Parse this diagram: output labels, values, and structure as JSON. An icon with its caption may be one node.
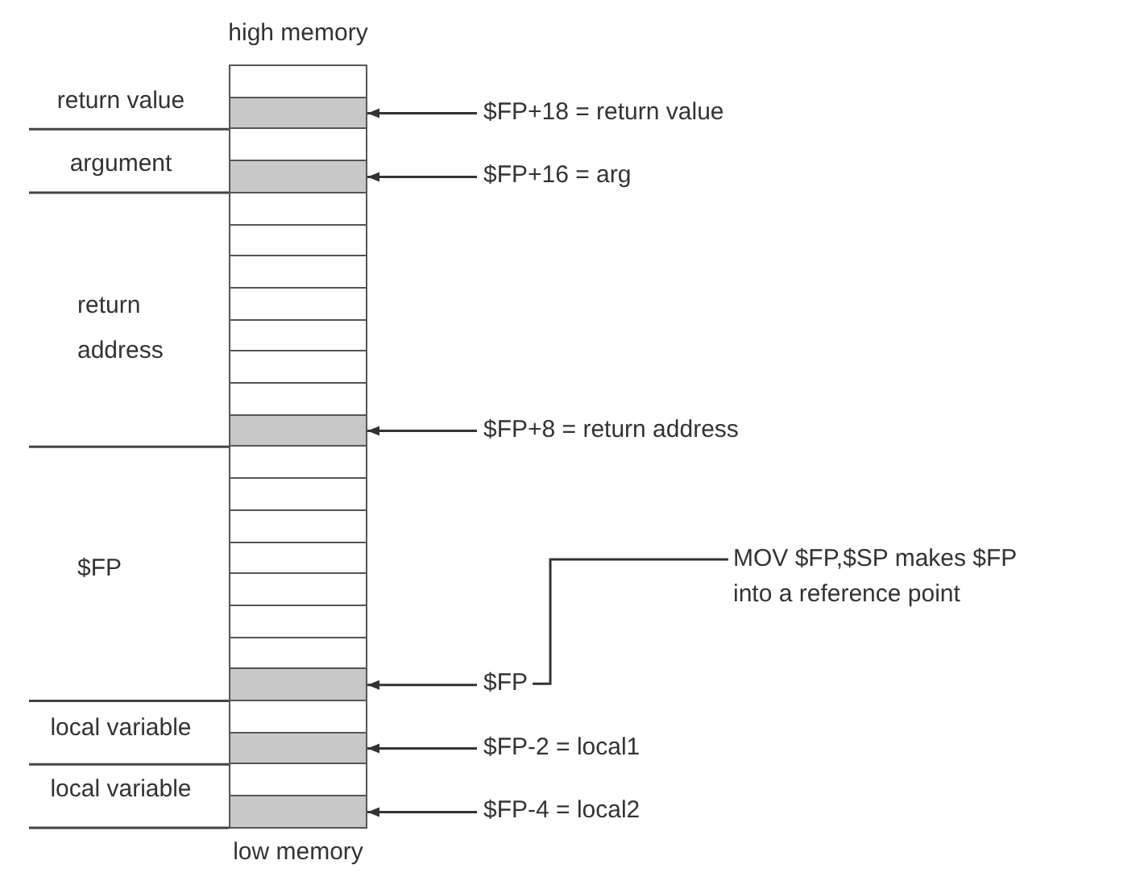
{
  "diagram": {
    "nodes": [
      {
        "text": [],
        "shape": "box"
      },
      {
        "text": [],
        "shape": "box"
      },
      {
        "text": [],
        "shape": "box"
      },
      {
        "text": [],
        "shape": "box"
      },
      {
        "text": [],
        "shape": "box"
      },
      {
        "text": [],
        "shape": "box"
      },
      {
        "text": [
          "$FP+18 = return value"
        ]
      },
      {
        "text": [
          "$FP+16 = arg"
        ]
      },
      {
        "text": [
          "$FP+8 = return address"
        ]
      },
      {
        "text": [
          "MOV $FP,$SP makes $FP into a reference point"
        ]
      },
      {
        "text": [
          "$FP"
        ]
      },
      {
        "text": [
          "$FP-2 = local1"
        ]
      },
      {
        "text": [
          "$FP-4 = local2"
        ]
      }
    ],
    "edges": [
      {
        "from": 6,
        "to": 0,
        "arrow": "to"
      },
      {
        "from": 7,
        "to": 1,
        "arrow": "to"
      },
      {
        "from": 8,
        "to": 2,
        "arrow": "to"
      },
      {
        "from": 10,
        "to": 3,
        "arrow": "to"
      },
      {
        "from": 11,
        "to": 4,
        "arrow": "to"
      },
      {
        "from": 12,
        "to": 5,
        "arrow": "to"
      },
      {
        "from": 9,
        "to": 10,
        "arrow": "none"
      }
    ],
    "labels": [
      "high memory",
      "return value",
      "argument",
      "return address",
      "$FP",
      "local variable",
      "local variable",
      "low memory"
    ]
  }
}
